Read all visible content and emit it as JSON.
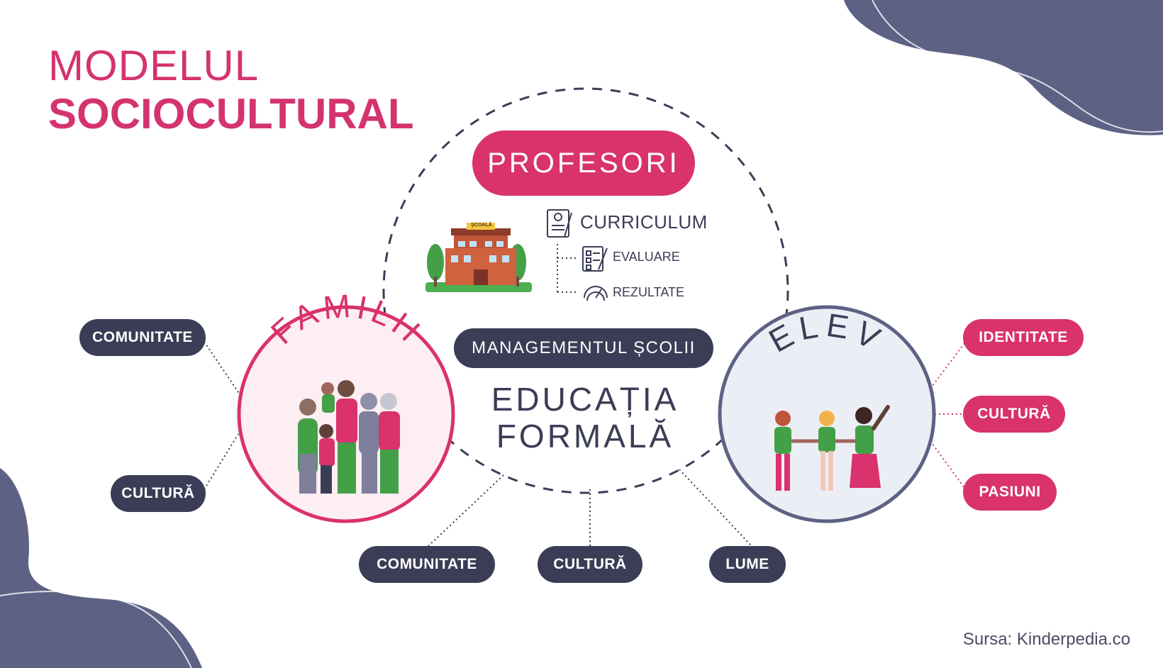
{
  "title": {
    "line1": "MODELUL",
    "line2": "SOCIOCULTURAL"
  },
  "center": {
    "profesori": "PROFESORI",
    "curriculum": "CURRICULUM",
    "evaluare": "EVALUARE",
    "rezultate": "REZULTATE",
    "school_sign": "ŞCOALĂ",
    "management": "MANAGEMENTUL ȘCOLII",
    "education_line1": "EDUCAȚIA",
    "education_line2": "FORMALĂ"
  },
  "familii": {
    "label": "FAMILII",
    "left_tags": [
      "COMUNITATE",
      "CULTURĂ"
    ]
  },
  "elev": {
    "label": "ELEV",
    "right_tags": [
      "IDENTITATE",
      "CULTURĂ",
      "PASIUNI"
    ]
  },
  "bottom_tags": [
    "COMUNITATE",
    "CULTURĂ",
    "LUME"
  ],
  "source": "Sursa: Kinderpedia.co",
  "colors": {
    "accent": "#d9326d",
    "dark": "#3b3d56",
    "blob": "#5d6184",
    "familii_fill": "#fdeef3",
    "elev_fill": "#eceef5"
  }
}
